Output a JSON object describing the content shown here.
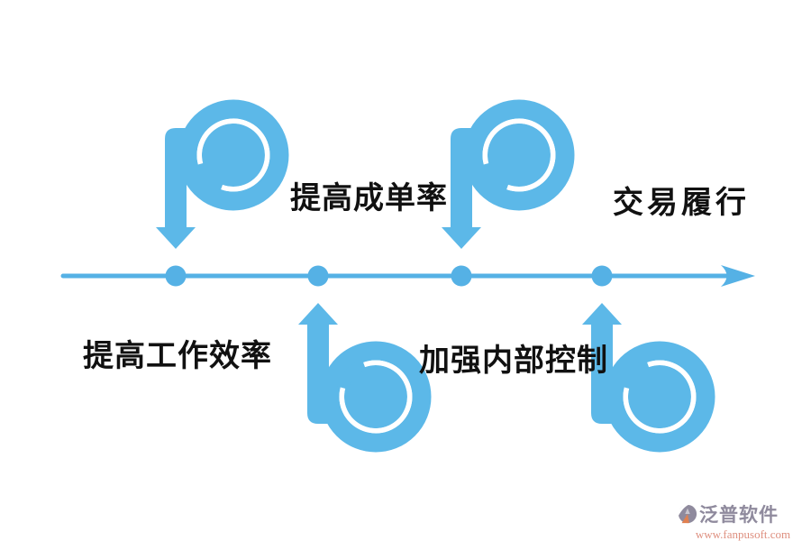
{
  "diagram": {
    "type": "timeline-benefits-diagram",
    "background": "#ffffff",
    "colors": {
      "shape_blue": "#5CB8E8",
      "line_blue": "#55B1E5",
      "label_text": "#111111"
    },
    "timeline": {
      "direction": "left-to-right",
      "dot_count": 4
    },
    "labels": [
      {
        "text": "提高成单率",
        "position": "above-line"
      },
      {
        "text": "交易履行",
        "position": "above-line"
      },
      {
        "text": "提高工作效率",
        "position": "below-line"
      },
      {
        "text": "加强内部控制",
        "position": "below-line"
      }
    ]
  },
  "watermark": {
    "brand": "泛普软件",
    "url": "www.fanpusoft.com",
    "brand_color": "#8F8A9D",
    "url_color": "#DE8F7F",
    "logo_gray": "#8F8A9D",
    "logo_orange": "#E08050"
  }
}
